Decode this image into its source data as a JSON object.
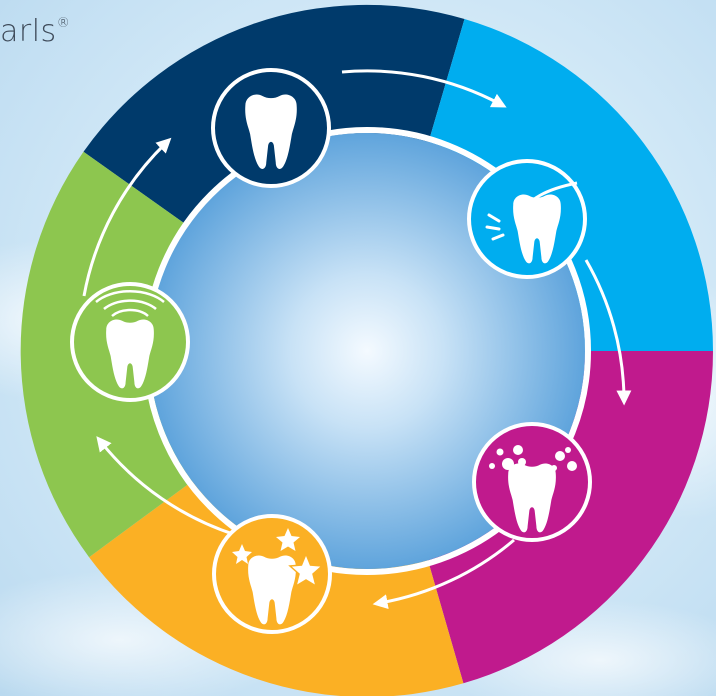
{
  "brand": {
    "text": "arls",
    "mark": "®"
  },
  "cycle": {
    "segments": [
      {
        "id": "top",
        "color": "#003a6b",
        "icon": "tooth-icon"
      },
      {
        "id": "upper-right",
        "color": "#00adef",
        "icon": "tooth-cleaning-icon"
      },
      {
        "id": "lower-right",
        "color": "#c01a8d",
        "icon": "tooth-bubbles-icon"
      },
      {
        "id": "bottom",
        "color": "#fbb024",
        "icon": "tooth-sparkle-icon"
      },
      {
        "id": "left",
        "color": "#8dc64f",
        "icon": "tooth-waves-icon"
      }
    ],
    "direction": "clockwise",
    "center_color": "#8cc0e8"
  }
}
